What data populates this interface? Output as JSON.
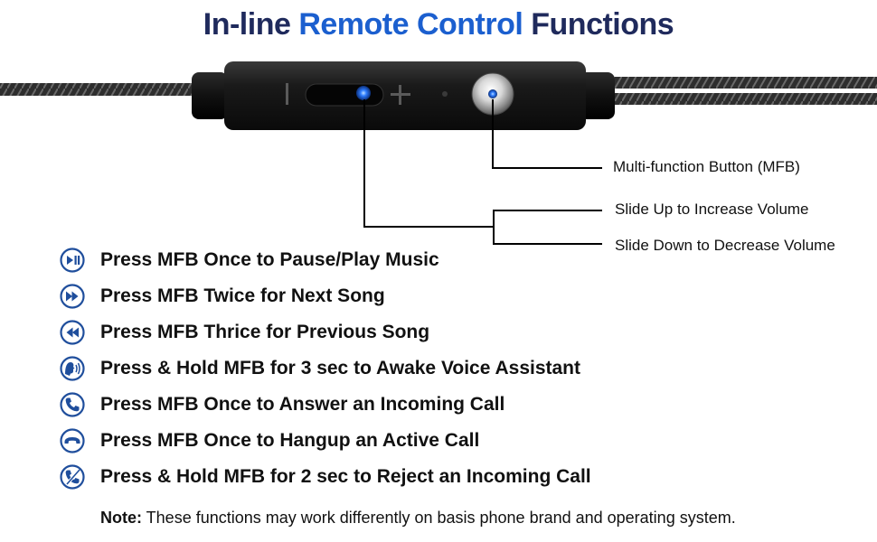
{
  "title": {
    "part1": "In-line ",
    "part2": "Remote Control",
    "part3": " Functions"
  },
  "callouts": {
    "mfb": "Multi-function Button (MFB)",
    "slide_up": "Slide Up to Increase Volume",
    "slide_down": "Slide Down to Decrease Volume"
  },
  "remote": {
    "minus_label": "|",
    "plus_label": "+"
  },
  "functions": [
    {
      "icon": "play-pause-icon",
      "text": "Press MFB Once to Pause/Play Music"
    },
    {
      "icon": "fast-forward-icon",
      "text": "Press MFB Twice for Next Song"
    },
    {
      "icon": "rewind-icon",
      "text": "Press MFB Thrice for Previous Song"
    },
    {
      "icon": "voice-assistant-icon",
      "text": "Press & Hold MFB for 3 sec to Awake Voice Assistant"
    },
    {
      "icon": "phone-answer-icon",
      "text": "Press MFB Once to Answer an Incoming Call"
    },
    {
      "icon": "phone-hangup-icon",
      "text": "Press MFB Once to Hangup an Active Call"
    },
    {
      "icon": "phone-reject-icon",
      "text": "Press & Hold MFB for 2 sec to Reject an Incoming Call"
    }
  ],
  "note": {
    "label": "Note:",
    "text": " These functions may work differently on basis phone brand and operating system."
  },
  "colors": {
    "title_dark": "#1f2a5c",
    "title_blue": "#1b5fcf",
    "icon_blue": "#1f4e9c",
    "led_blue": "#2f7dff"
  }
}
